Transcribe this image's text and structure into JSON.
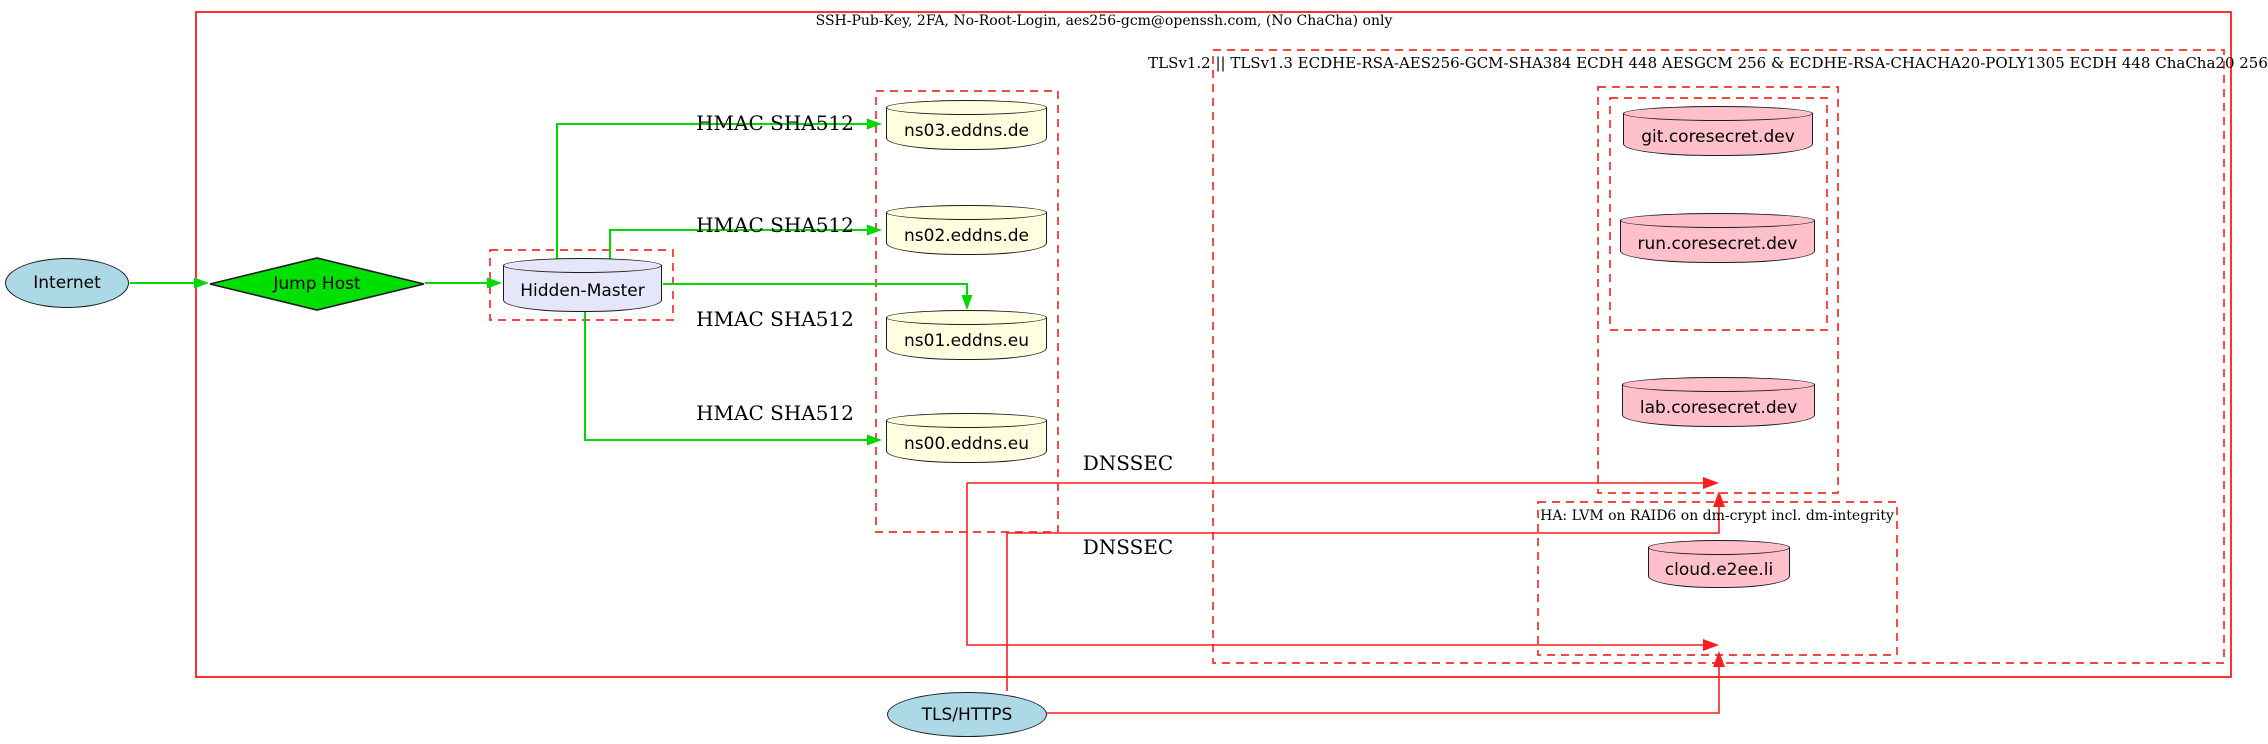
{
  "clusters": {
    "ssh": {
      "label": "SSH-Pub-Key, 2FA, No-Root-Login, aes256-gcm@openssh.com, (No ChaCha) only"
    },
    "tls": {
      "label": "TLSv1.2 || TLSv1.3 ECDHE-RSA-AES256-GCM-SHA384 ECDH 448 AESGCM 256 & ECDHE-RSA-CHACHA20-POLY1305 ECDH 448 ChaCha20 256"
    },
    "ha": {
      "label": "HA: LVM on RAID6 on dm-crypt incl. dm-integrity"
    }
  },
  "nodes": {
    "internet": {
      "label": "Internet",
      "shape": "ellipse",
      "fill": "#add8e6"
    },
    "jump_host": {
      "label": "Jump Host",
      "shape": "diamond",
      "fill": "#00e000"
    },
    "hidden_master": {
      "label": "Hidden-Master",
      "shape": "cylinder",
      "fill": "#e6e6fa"
    },
    "ns03": {
      "label": "ns03.eddns.de",
      "shape": "cylinder",
      "fill": "#ffffe0"
    },
    "ns02": {
      "label": "ns02.eddns.de",
      "shape": "cylinder",
      "fill": "#ffffe0"
    },
    "ns01": {
      "label": "ns01.eddns.eu",
      "shape": "cylinder",
      "fill": "#ffffe0"
    },
    "ns00": {
      "label": "ns00.eddns.eu",
      "shape": "cylinder",
      "fill": "#ffffe0"
    },
    "git": {
      "label": "git.coresecret.dev",
      "shape": "cylinder",
      "fill": "#ffc0cb"
    },
    "run": {
      "label": "run.coresecret.dev",
      "shape": "cylinder",
      "fill": "#ffc0cb"
    },
    "lab": {
      "label": "lab.coresecret.dev",
      "shape": "cylinder",
      "fill": "#ffc0cb"
    },
    "cloud": {
      "label": "cloud.e2ee.li",
      "shape": "cylinder",
      "fill": "#ffc0cb"
    },
    "tls_https": {
      "label": "TLS/HTTPS",
      "shape": "ellipse",
      "fill": "#add8e6"
    }
  },
  "edge_labels": {
    "hmac_ns03": "HMAC SHA512",
    "hmac_ns02": "HMAC SHA512",
    "hmac_ns01": "HMAC SHA512",
    "hmac_ns00": "HMAC SHA512",
    "dnssec_1": "DNSSEC",
    "dnssec_2": "DNSSEC"
  },
  "colors": {
    "green_edge": "#00d800",
    "green_fill": "#00e000",
    "red": "#ff1c1c",
    "lightblue": "#add8e6",
    "lavender": "#e6e6fa",
    "lightyellow": "#ffffe0",
    "pink": "#ffc0cb"
  }
}
